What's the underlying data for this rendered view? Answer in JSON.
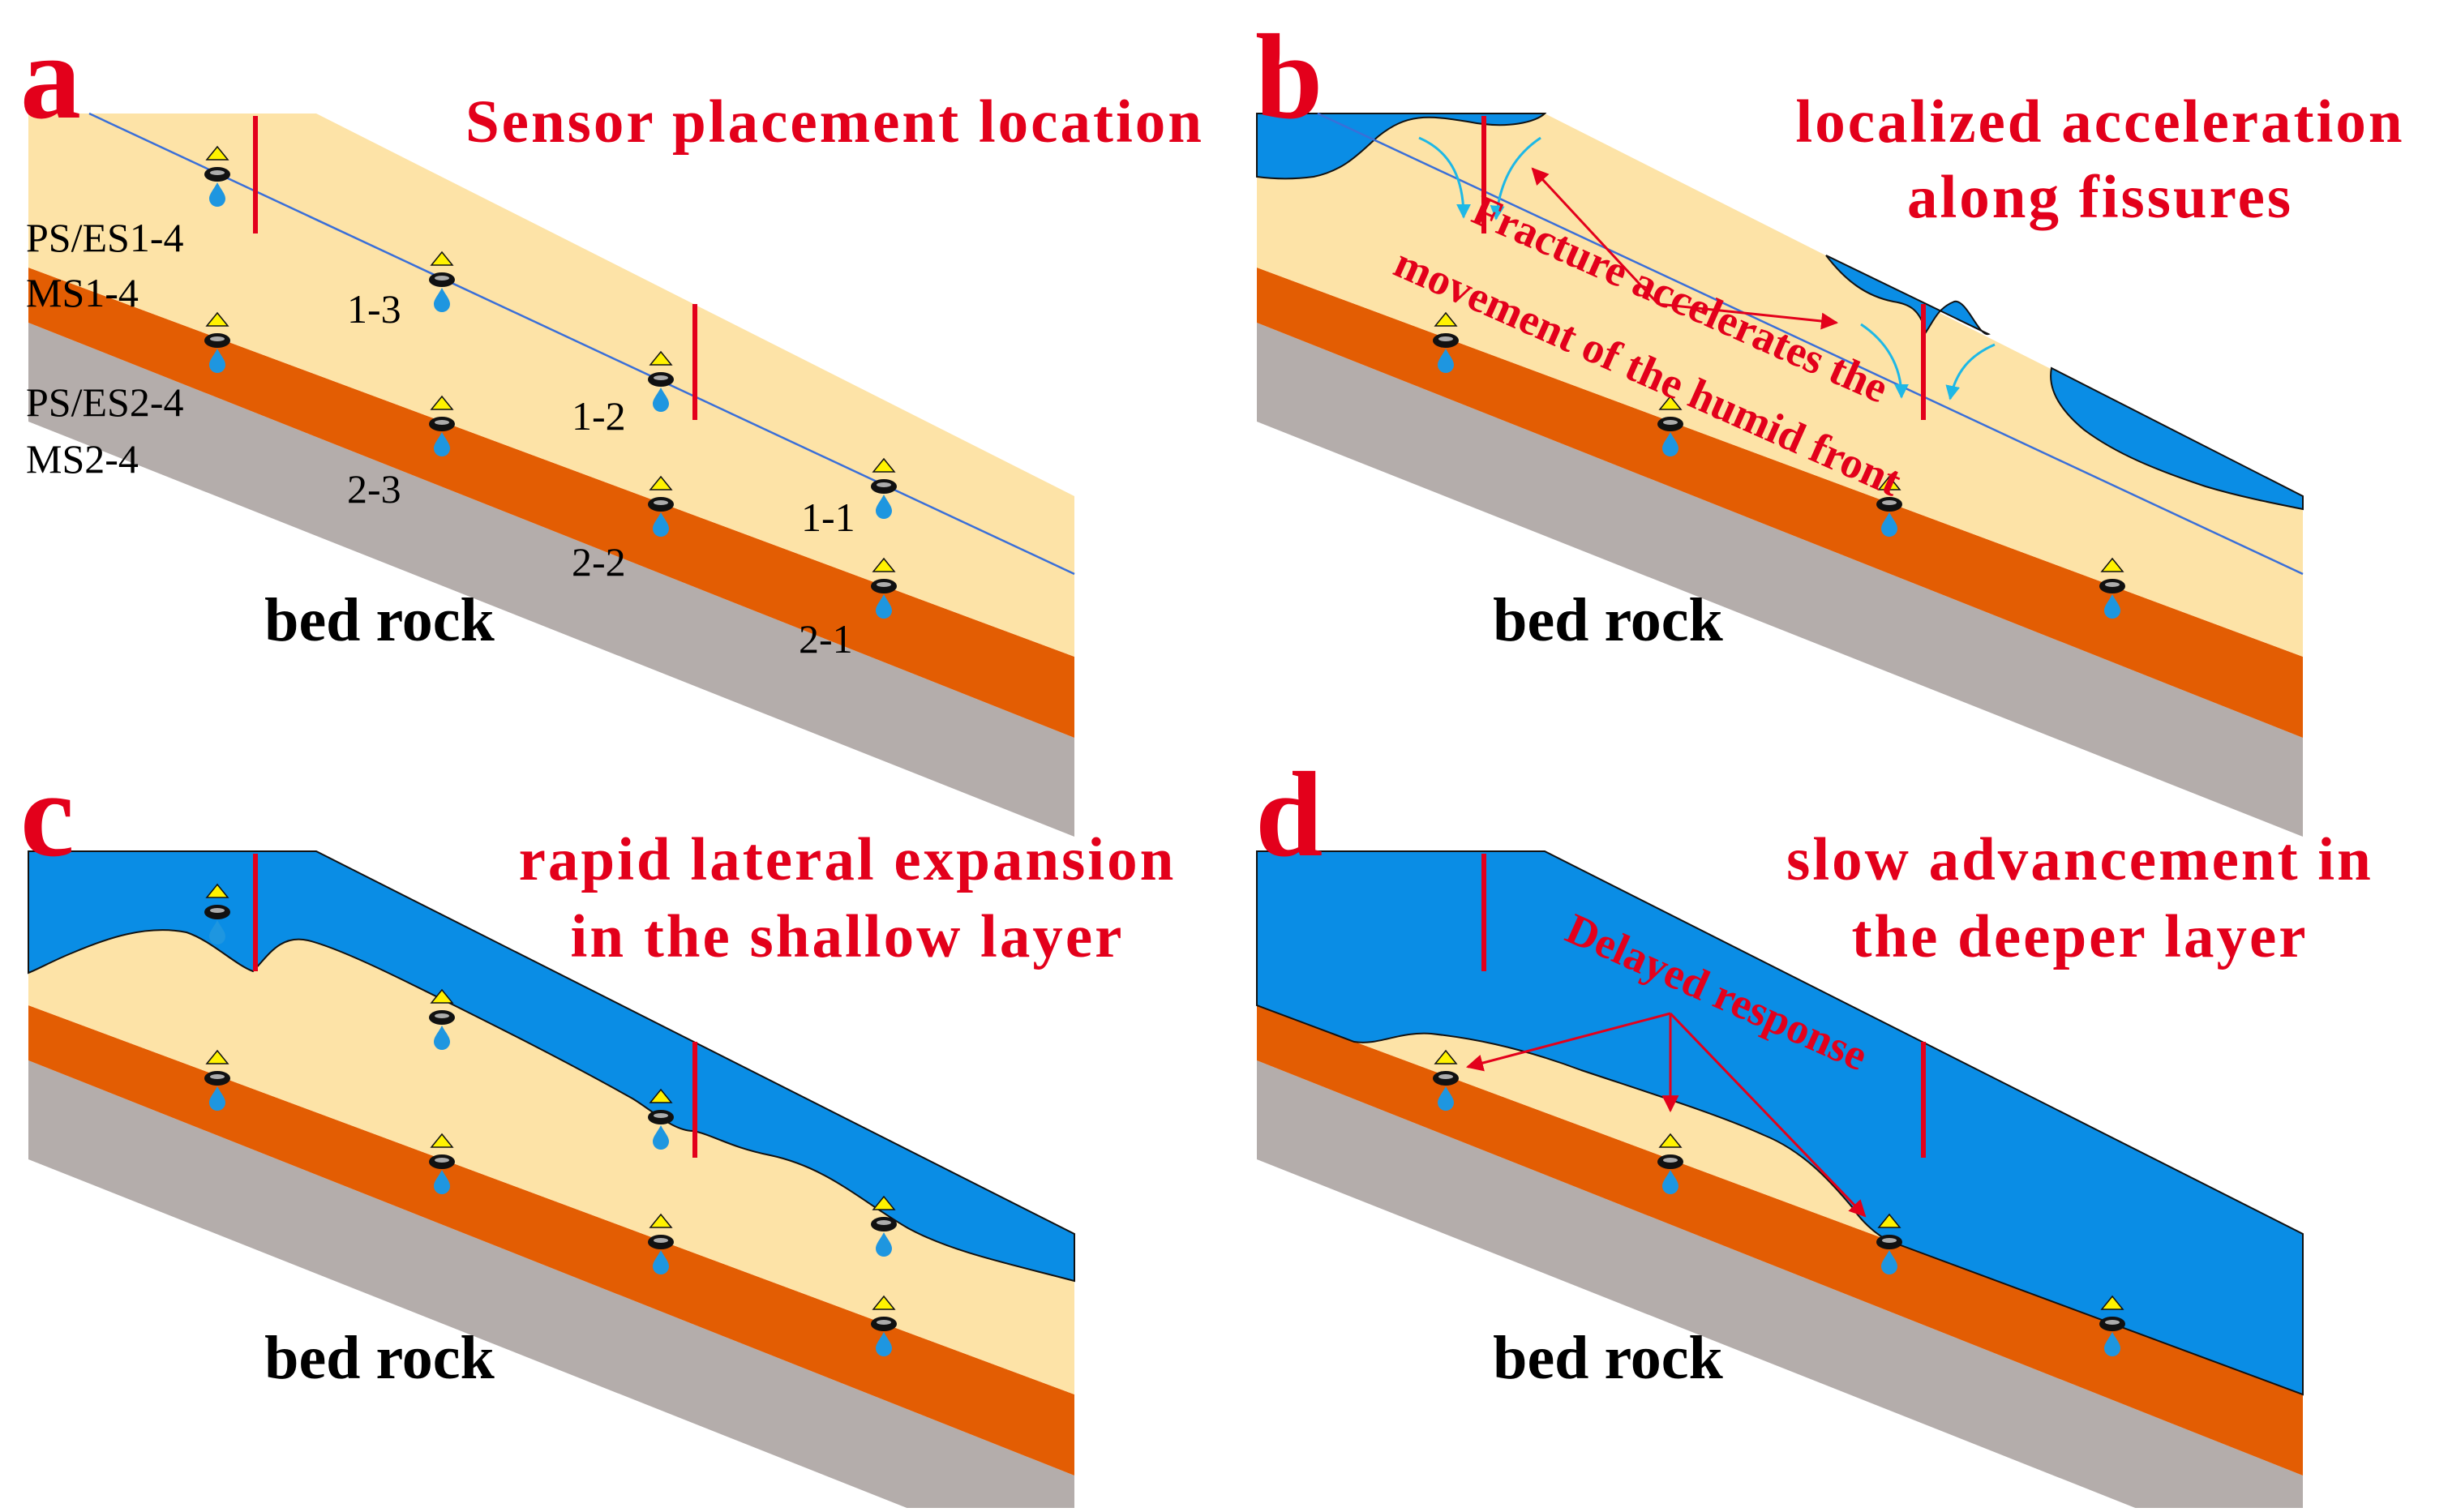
{
  "colors": {
    "soil_upper": "#FDE3A7",
    "soil_lower": "#E35D03",
    "bedrock": "#B4ADAB",
    "water": "#0A8DE5",
    "fissure": "#E3001B",
    "label": "#E3001B",
    "arrow": "#E3001B",
    "flow_arrow": "#1EB8E6",
    "sensor_body": "#111111",
    "sensor_top": "#FFF200",
    "sensor_drop": "#1E96E0",
    "text_dark": "#000000"
  },
  "icons": {
    "sensor": "sensor-icon",
    "pressure_sensor": "yellow-triangle-icon",
    "moisture_sensor": "blue-drop-icon"
  },
  "panels": [
    {
      "id": "a",
      "label": "a",
      "title_lines": [
        "Sensor placement location"
      ],
      "rock_label": "bed rock",
      "sensor_labels": [
        "1-3",
        "1-2",
        "1-1",
        "2-3",
        "2-2",
        "2-1"
      ],
      "group_labels": [
        "PS/ES1-4",
        "MS1-4",
        "PS/ES2-4",
        "MS2-4"
      ]
    },
    {
      "id": "b",
      "label": "b",
      "title_lines": [
        "localized acceleration",
        "along fissures"
      ],
      "rock_label": "bed rock",
      "annotation_lines": [
        "Fracture accelerates the",
        "movement of the humid front"
      ]
    },
    {
      "id": "c",
      "label": "c",
      "title_lines": [
        "rapid lateral expansion",
        "in the shallow layer"
      ],
      "rock_label": "bed rock"
    },
    {
      "id": "d",
      "label": "d",
      "title_lines": [
        "slow advancement in",
        "the deeper layer"
      ],
      "rock_label": "bed rock",
      "annotation_lines": [
        "Delayed response"
      ]
    }
  ]
}
